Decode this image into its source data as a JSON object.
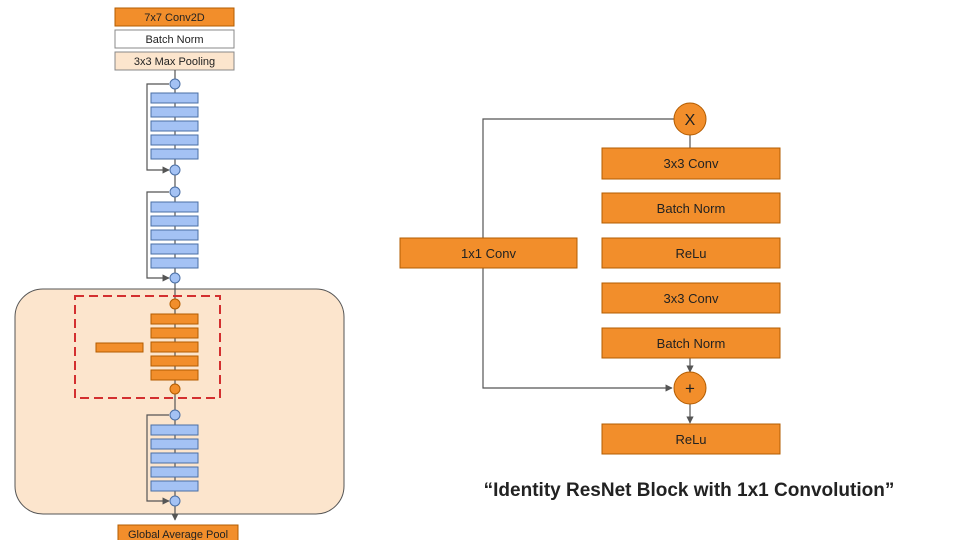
{
  "left_network": {
    "top_layers": [
      "7x7 Conv2D",
      "Batch Norm",
      "3x3 Max Pooling"
    ],
    "bottom_label": "Global Average Pool"
  },
  "block_diagram": {
    "multiply_symbol": "X",
    "main_path": [
      "3x3 Conv",
      "Batch Norm",
      "ReLu",
      "3x3 Conv",
      "Batch Norm"
    ],
    "shortcut_layer": "1x1 Conv",
    "add_symbol": "+",
    "output_layer": "ReLu"
  },
  "caption": "“Identity ResNet Block with 1x1 Convolution”",
  "colors": {
    "orange": "#f28e2b",
    "blue": "#a4c2f4",
    "blue_border": "#4a6fa5",
    "highlight_bg": "#fce5cd",
    "dashed_red": "#d32f2f",
    "connector": "#555555"
  }
}
